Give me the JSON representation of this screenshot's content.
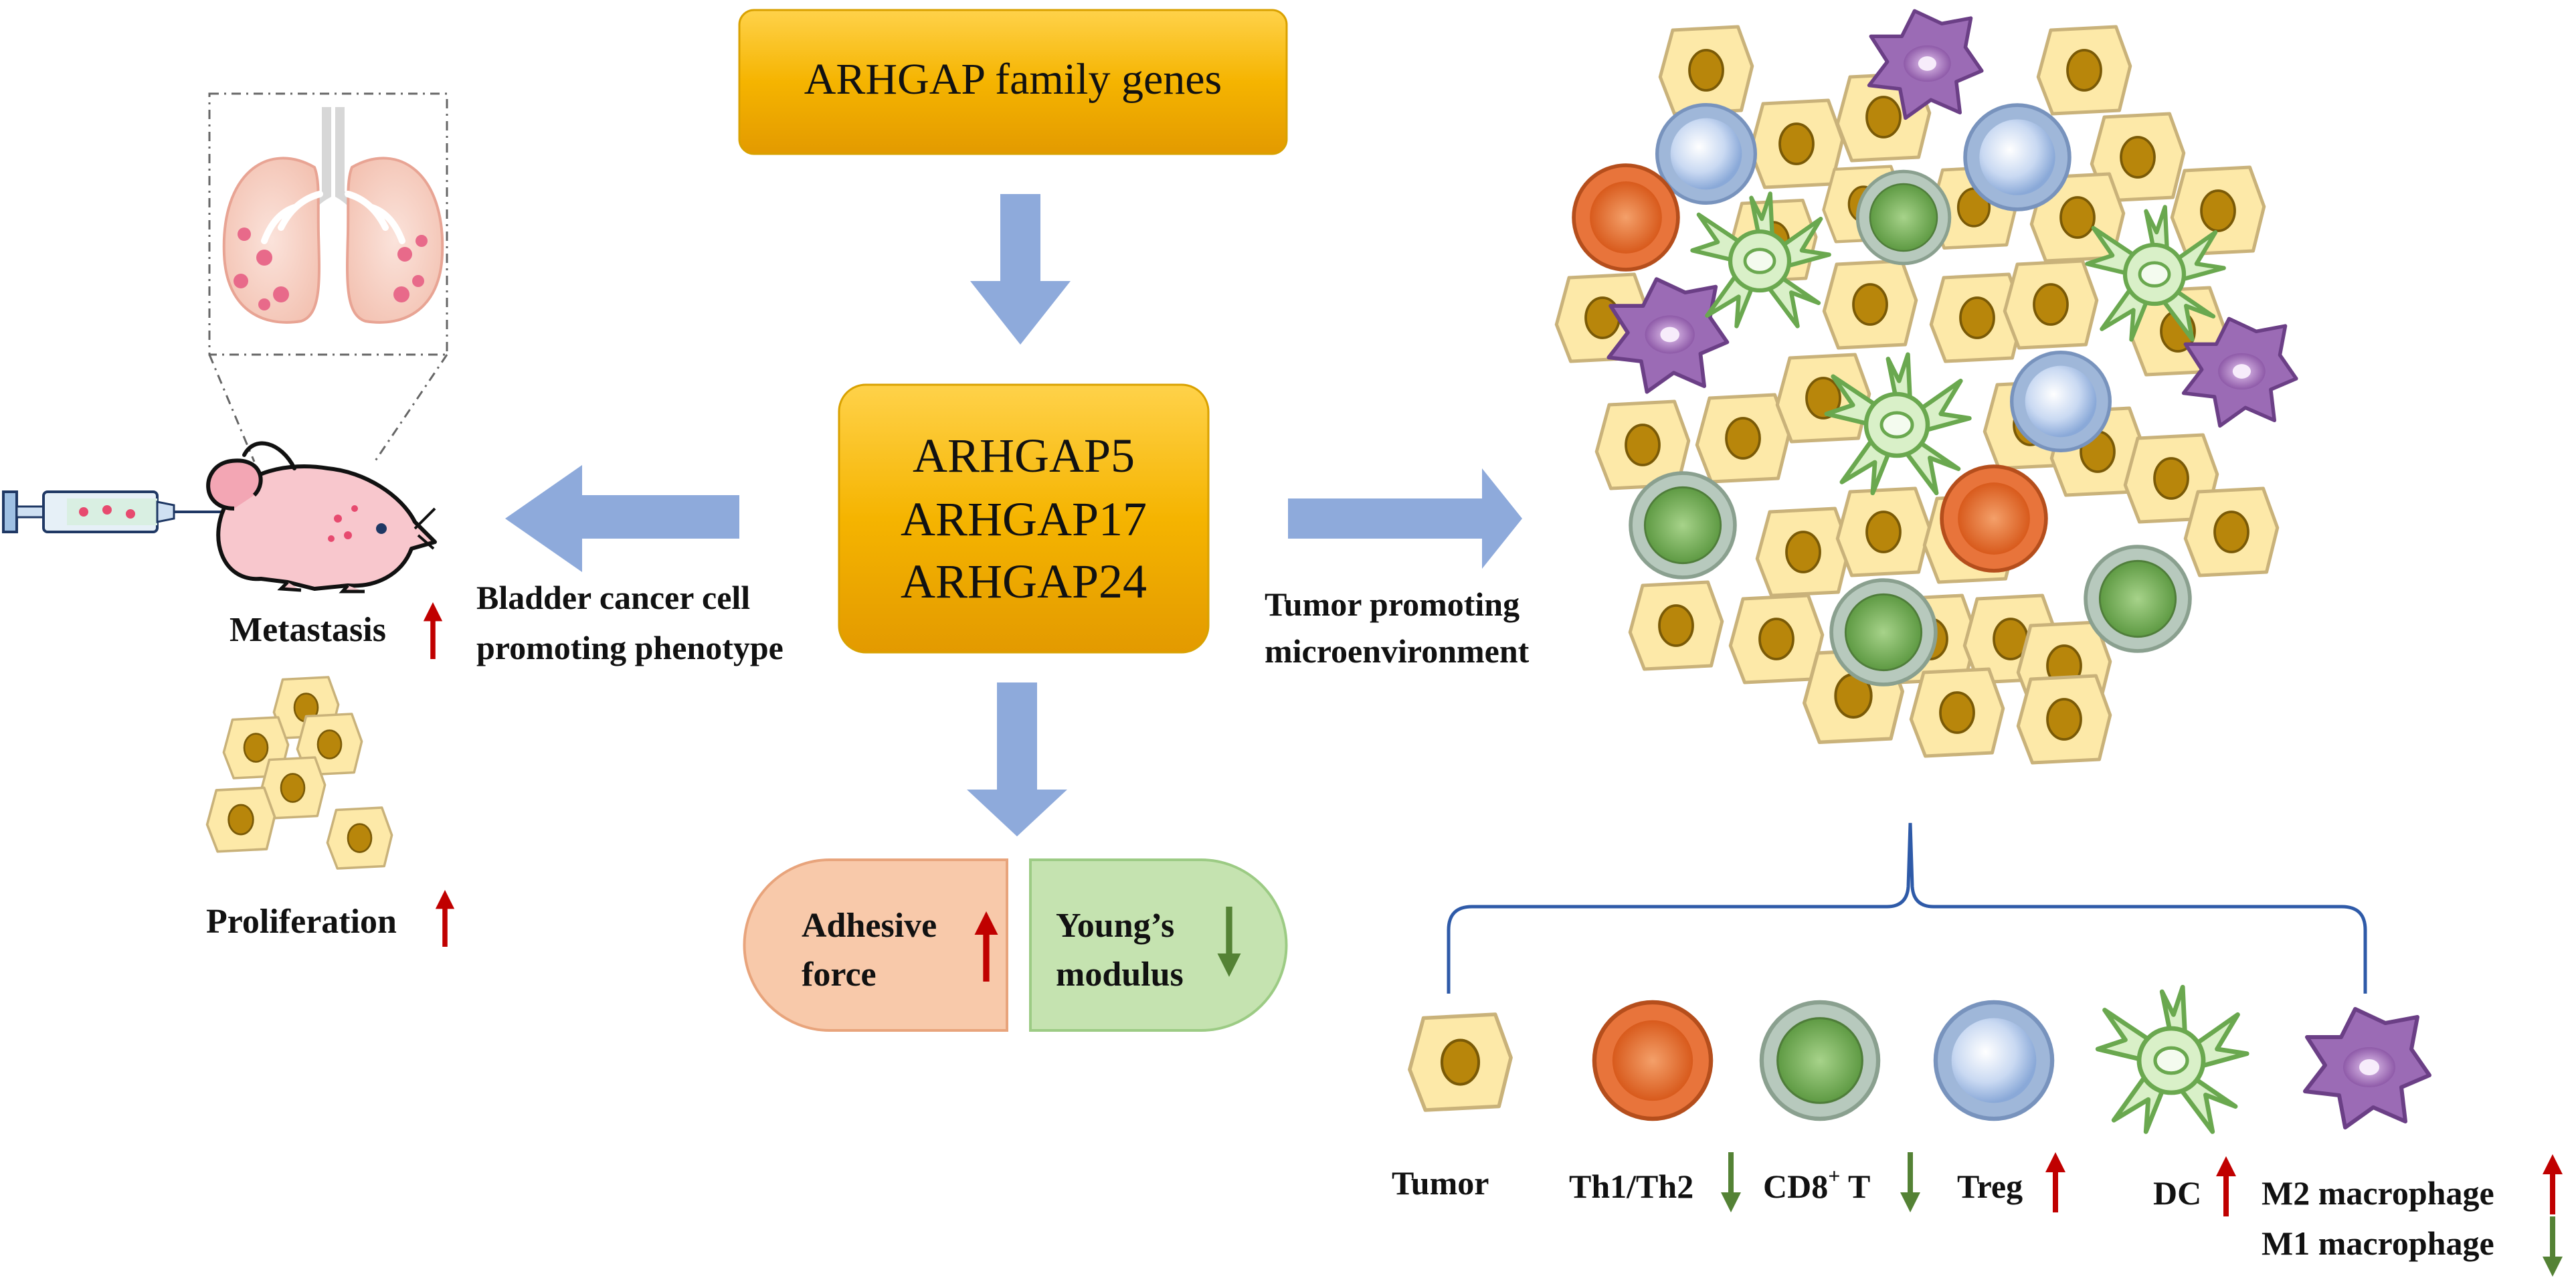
{
  "top_box": {
    "label": "ARHGAP family genes"
  },
  "center_box": {
    "lines": [
      "ARHGAP5",
      "ARHGAP17",
      "ARHGAP24"
    ]
  },
  "left_branch": {
    "caption_lines": [
      "Bladder cancer cell",
      "promoting phenotype"
    ],
    "metastasis": "Metastasis",
    "proliferation": "Proliferation"
  },
  "right_branch": {
    "caption_lines": [
      "Tumor promoting",
      "microenvironment"
    ]
  },
  "mechanics": {
    "adhesive_lines": [
      "Adhesive",
      "force"
    ],
    "youngs_lines": [
      "Young’s",
      "modulus"
    ]
  },
  "legend": {
    "tumor": "Tumor",
    "th": "Th1/Th2",
    "cd8_main": "CD8",
    "cd8_sup": "+",
    "cd8_tail": " T",
    "treg": "Treg",
    "dc": "DC",
    "m2": "M2 macrophage",
    "m1": "M1 macrophage"
  },
  "colors": {
    "gold_box": "#f5b800",
    "arrow_blue": "#8eaadb",
    "up_red": "#c00000",
    "down_green": "#548235",
    "tumor_fill": "#fde9a8",
    "tumor_nucleus": "#b8860b",
    "th_fill": "#e8743b",
    "cd8_fill": "#7fb069",
    "treg_fill": "#a9c4eb",
    "dc_fill": "#c9e8b5",
    "mac_fill": "#9b6bb5",
    "adhesive_fill": "#f8c9aa",
    "youngs_fill": "#c5e3b0",
    "brace": "#2e5aa8"
  }
}
